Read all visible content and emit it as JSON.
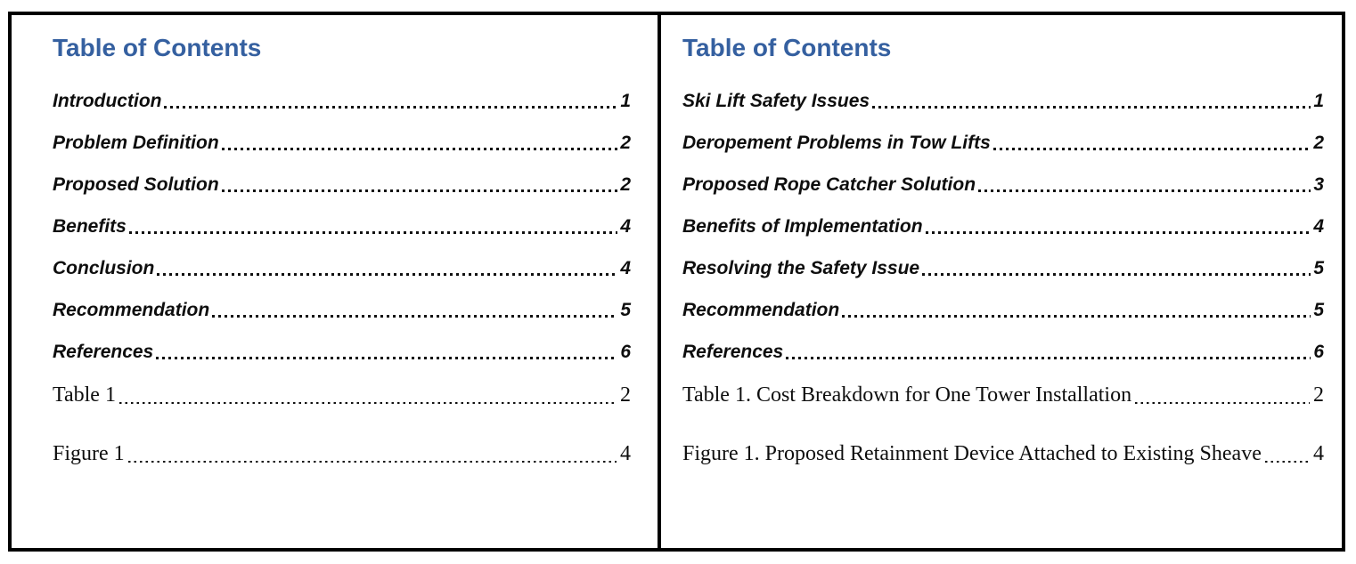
{
  "panels": [
    {
      "side": "left",
      "title": "Table of Contents",
      "entries": [
        {
          "label": "Introduction",
          "page": "1"
        },
        {
          "label": "Problem Definition",
          "page": "2"
        },
        {
          "label": "Proposed Solution",
          "page": "2"
        },
        {
          "label": "Benefits",
          "page": "4"
        },
        {
          "label": "Conclusion",
          "page": "4"
        },
        {
          "label": "Recommendation",
          "page": "5"
        },
        {
          "label": "References",
          "page": "6"
        }
      ],
      "caption_entries": [
        {
          "label": "Table 1",
          "page": "2"
        },
        {
          "label": "Figure 1",
          "page": "4"
        }
      ]
    },
    {
      "side": "right",
      "title": "Table of Contents",
      "entries": [
        {
          "label": "Ski Lift Safety Issues",
          "page": "1"
        },
        {
          "label": "Deropement Problems in Tow Lifts",
          "page": "2"
        },
        {
          "label": "Proposed Rope Catcher Solution",
          "page": "3"
        },
        {
          "label": "Benefits of Implementation",
          "page": "4"
        },
        {
          "label": "Resolving the Safety Issue",
          "page": "5"
        },
        {
          "label": "Recommendation",
          "page": "5"
        },
        {
          "label": "References",
          "page": "6"
        }
      ],
      "caption_entries": [
        {
          "label": "Table 1. Cost Breakdown for One Tower Installation",
          "page": "2"
        },
        {
          "label": "Figure 1. Proposed Retainment Device Attached to Existing Sheave",
          "page": "4"
        }
      ]
    }
  ],
  "colors": {
    "heading_blue": "#3560A0",
    "body_text": "#0E0E0E",
    "border": "#000000",
    "background": "#FFFFFF"
  }
}
